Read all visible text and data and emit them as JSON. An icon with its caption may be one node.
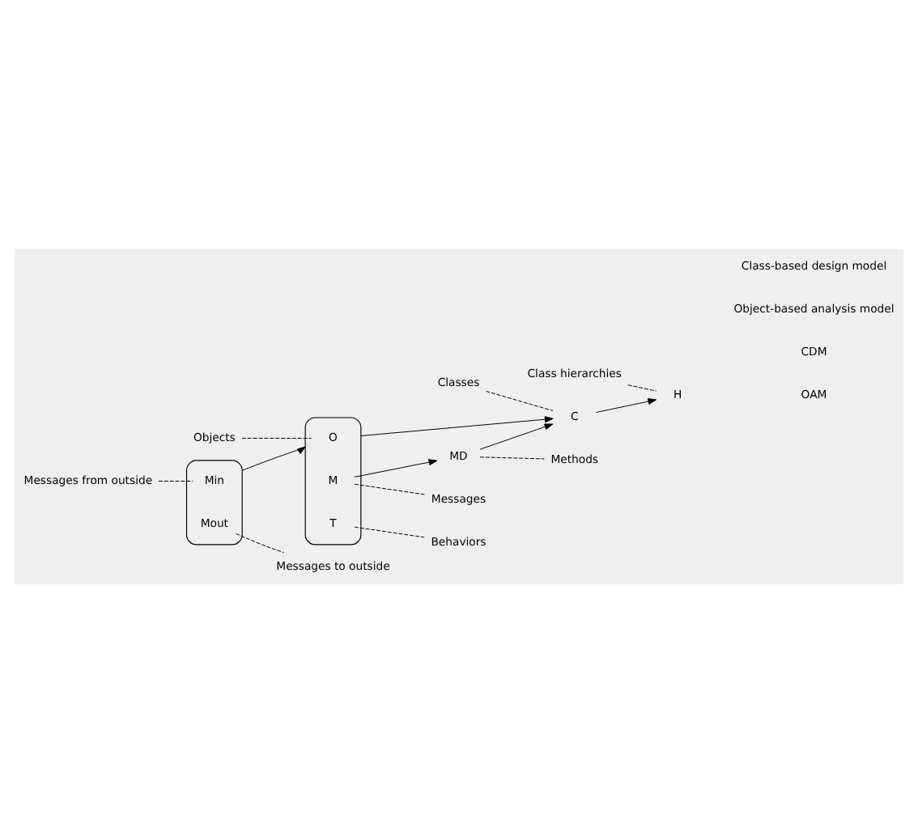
{
  "diagram": {
    "nodes": [
      {
        "text": [],
        "shape": "box"
      },
      {
        "text": [
          "Min"
        ],
        "in": 0
      },
      {
        "text": [
          "Mout"
        ],
        "in": 0
      },
      {
        "text": [],
        "shape": "box"
      },
      {
        "text": [
          "O"
        ],
        "in": 3
      },
      {
        "text": [
          "M"
        ],
        "in": 3
      },
      {
        "text": [
          "T"
        ],
        "in": 3
      },
      {
        "text": [
          "MD"
        ]
      },
      {
        "text": [
          "C"
        ]
      },
      {
        "text": [
          "H"
        ]
      },
      {
        "text": [
          "Messages from outside"
        ]
      },
      {
        "text": [
          "Messages to outside"
        ]
      },
      {
        "text": [
          "Objects"
        ]
      },
      {
        "text": [
          "Behaviors"
        ]
      },
      {
        "text": [
          "Messages"
        ]
      },
      {
        "text": [
          "Classes"
        ]
      },
      {
        "text": [
          "Methods"
        ]
      },
      {
        "text": [
          "Class hierarchies"
        ]
      }
    ],
    "edges": [
      {
        "from": 0,
        "to": 3,
        "arrow": "to"
      },
      {
        "from": 3,
        "to": 8,
        "arrow": "to"
      },
      {
        "from": 5,
        "to": 7,
        "arrow": "to"
      },
      {
        "from": 7,
        "to": 8,
        "arrow": "to"
      },
      {
        "from": 8,
        "to": 9,
        "arrow": "to"
      },
      {
        "from": 10,
        "to": 1,
        "arrow": "none",
        "style": "dashed"
      },
      {
        "from": 2,
        "to": 11,
        "arrow": "none",
        "style": "dashed"
      },
      {
        "from": 12,
        "to": 4,
        "arrow": "none",
        "style": "dashed"
      },
      {
        "from": 6,
        "to": 13,
        "arrow": "none",
        "style": "dashed"
      },
      {
        "from": 5,
        "to": 14,
        "arrow": "none",
        "style": "dashed"
      },
      {
        "from": 7,
        "to": 16,
        "arrow": "none",
        "style": "dashed"
      },
      {
        "from": 15,
        "to": 8,
        "arrow": "none",
        "style": "dashed"
      },
      {
        "from": 17,
        "to": 9,
        "arrow": "none",
        "style": "dashed"
      }
    ],
    "labels": [
      "OAM",
      "CDM",
      "Object-based analysis model",
      "Class-based design model"
    ]
  }
}
